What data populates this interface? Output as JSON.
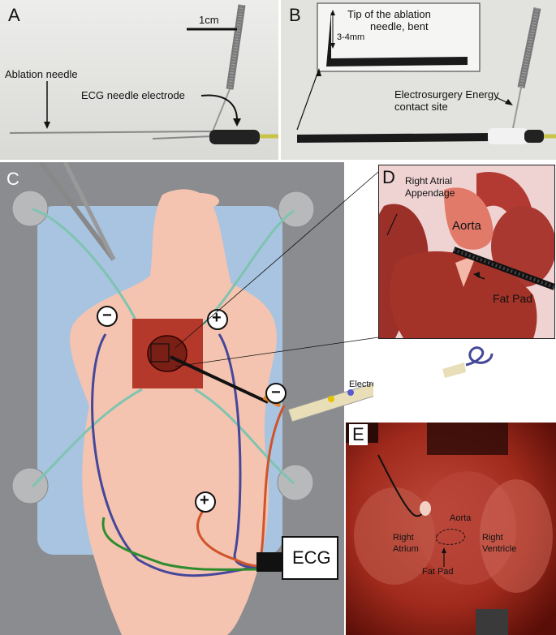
{
  "panels": {
    "a": {
      "label": "A",
      "scale_bar": "1cm",
      "ablation_needle": "Ablation needle",
      "ecg_electrode": "ECG needle electrode"
    },
    "b": {
      "label": "B",
      "inset_title_line1": "Tip of the ablation",
      "inset_title_line2": "needle, bent",
      "inset_measure": "3-4mm",
      "contact_line1": "Electrosurgery Energy",
      "contact_line2": "contact site"
    },
    "c": {
      "label": "C",
      "minus_sign": "−",
      "plus_sign": "+",
      "electrosurgery_pen": "Electrosurgery Pen",
      "ecg_box": "ECG"
    },
    "d": {
      "label": "D",
      "right_atrial_line1": "Right Atrial",
      "right_atrial_line2": "Appendage",
      "aorta": "Aorta",
      "fat_pad": "Fat Pad"
    },
    "e": {
      "label": "E",
      "aorta": "Aorta",
      "right_atrium_line1": "Right",
      "right_atrium_line2": "Atrium",
      "right_ventricle_line1": "Right",
      "right_ventricle_line2": "Ventricle",
      "fat_pad": "Fat Pad"
    }
  }
}
